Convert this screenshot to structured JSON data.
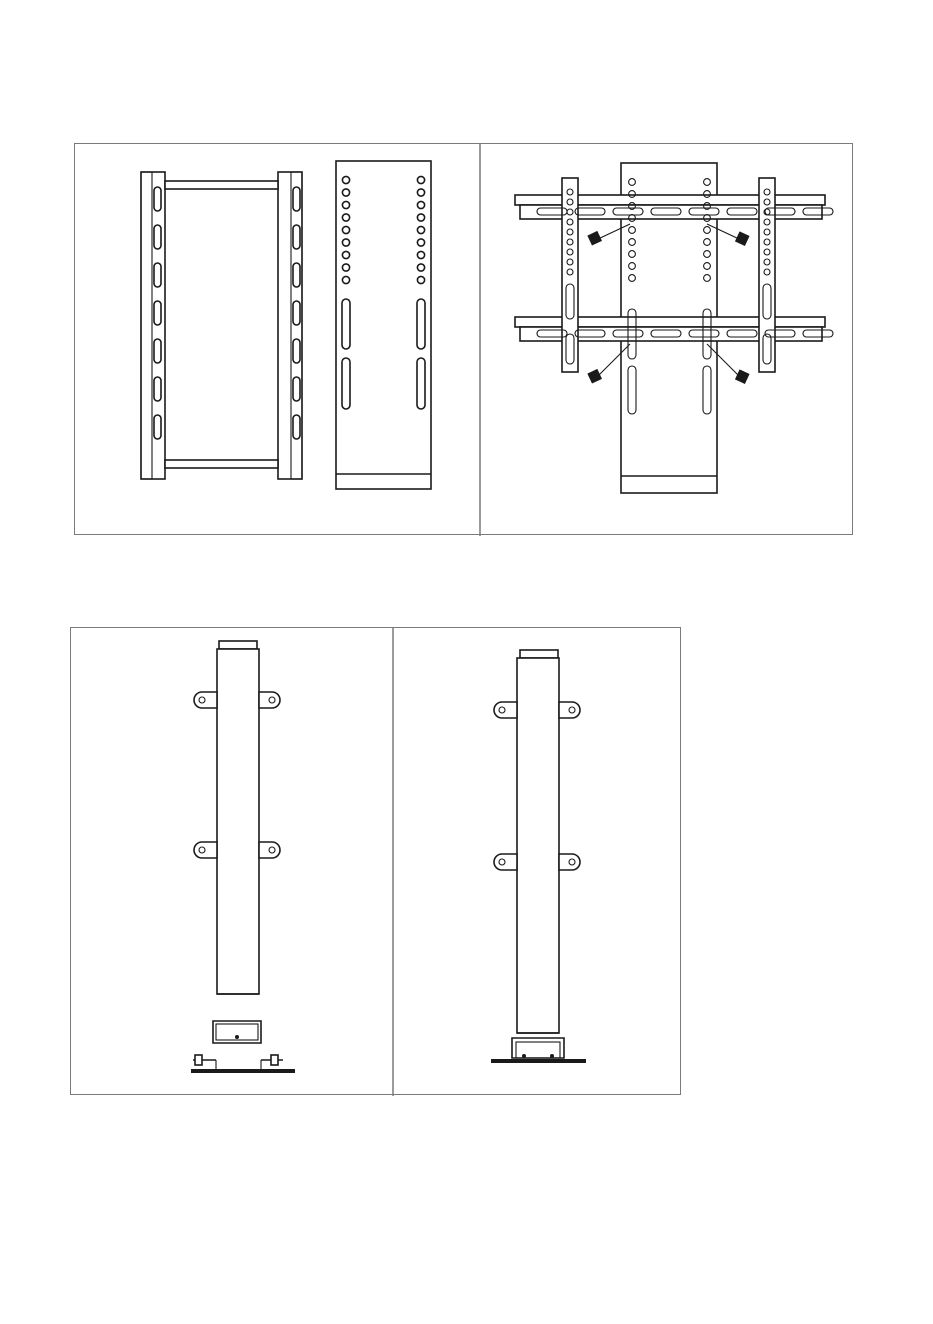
{
  "figures": [
    {
      "id": "top-figure",
      "panels": [
        "bracket-frame-and-adapter-plate",
        "assembled-wall-mount"
      ]
    },
    {
      "id": "bottom-figure",
      "panels": [
        "post-with-base-exploded",
        "post-with-base-assembled"
      ]
    }
  ],
  "colors": {
    "line": "#1a1a1a",
    "frame": "#7a7a7a",
    "background": "#ffffff"
  }
}
